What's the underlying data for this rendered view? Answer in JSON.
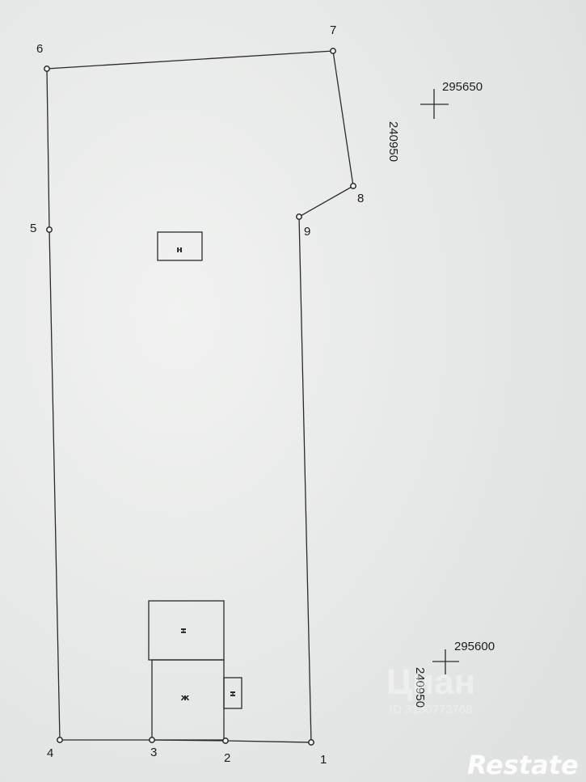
{
  "points": [
    "1",
    "2",
    "3",
    "4",
    "5",
    "6",
    "7",
    "8",
    "9"
  ],
  "coordinate_marks": [
    {
      "x_label": "295650",
      "y_label": "240950"
    },
    {
      "x_label": "295600",
      "y_label": "240950"
    }
  ],
  "buildings": [
    "н",
    "н",
    "ж",
    "н"
  ],
  "watermark": {
    "brand": "Циан",
    "id": "ID 3130773768"
  },
  "logo_text": "Restate"
}
